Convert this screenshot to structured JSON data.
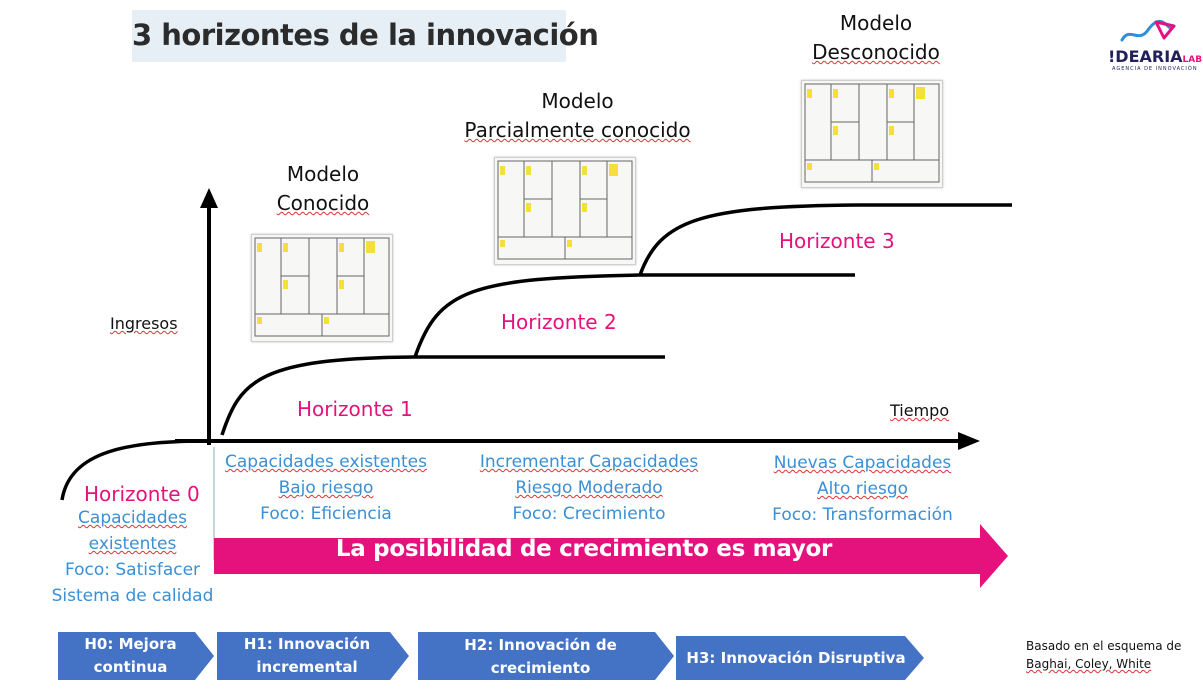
{
  "title": "3 horizontes de la innovación",
  "logo": {
    "name": "!DEARIA",
    "suffix": "LAB",
    "tagline": "AGENCIA DE INNOVACIÓN"
  },
  "axes": {
    "y_label": "Ingresos",
    "x_label": "Tiempo"
  },
  "models": [
    {
      "line1": "Modelo",
      "line2": "Conocido"
    },
    {
      "line1": "Modelo",
      "line2": "Parcialmente conocido"
    },
    {
      "line1": "Modelo",
      "line2": "Desconocido"
    }
  ],
  "horizons": {
    "h0": "Horizonte 0",
    "h1": "Horizonte 1",
    "h2": "Horizonte 2",
    "h3": "Horizonte 3"
  },
  "h0_caps": [
    "Capacidades",
    "existentes",
    "Foco: Satisfacer",
    "Sistema de calidad"
  ],
  "h1_caps": [
    "Capacidades existentes",
    "Bajo riesgo",
    "Foco: Eficiencia"
  ],
  "h2_caps": [
    "Incrementar Capacidades",
    "Riesgo Moderado",
    "Foco: Crecimiento"
  ],
  "h3_caps": [
    "Nuevas Capacidades",
    "Alto riesgo",
    "Foco: Transformación"
  ],
  "growth_arrow": "La posibilidad de crecimiento es mayor",
  "chevrons": [
    {
      "line1": "H0: Mejora",
      "line2": "continua"
    },
    {
      "line1": "H1: Innovación",
      "line2": "incremental"
    },
    {
      "line1": "H2: Innovación de",
      "line2": "crecimiento"
    },
    {
      "line1": "H3: Innovación Disruptiva",
      "line2": ""
    }
  ],
  "source": {
    "line1": "Basado en el esquema de",
    "line2": "Baghai, Coley, White"
  },
  "colors": {
    "accent": "#e5127d",
    "blue_text": "#3a8fd6",
    "chevron": "#4472c4",
    "title_bg": "#e6eff6"
  }
}
